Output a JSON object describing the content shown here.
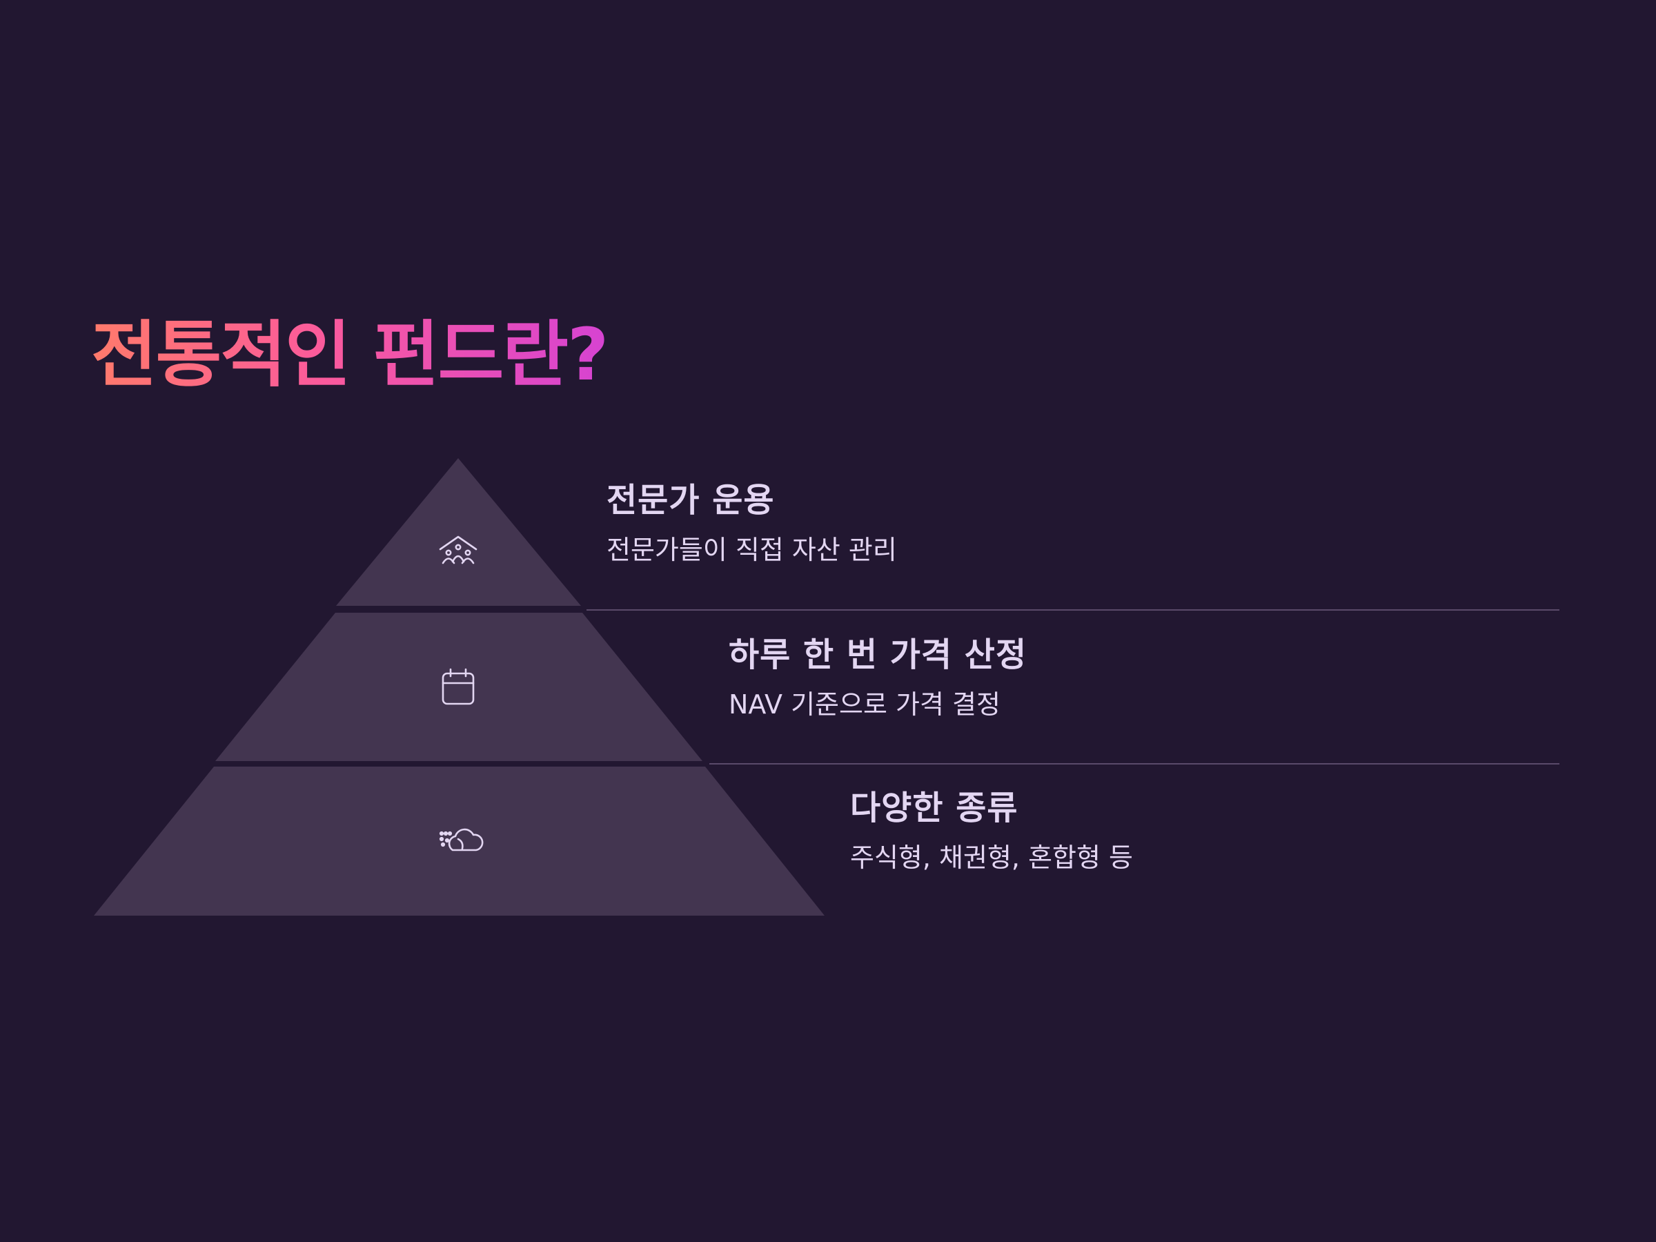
{
  "title": "전통적인 펀드란?",
  "colors": {
    "background": "#221731",
    "tier_fill": "#433550",
    "text": "#e3d6f2",
    "divider": "#5a4a6a",
    "title_gradient": [
      "#ff7a6b",
      "#fb5a9c",
      "#d643d2"
    ]
  },
  "tiers": [
    {
      "icon": "professionals-under-roof-icon",
      "heading": "전문가 운용",
      "description": "전문가들이 직접 자산 관리"
    },
    {
      "icon": "calendar-icon",
      "heading": "하루 한 번 가격 산정",
      "description": "NAV 기준으로 가격 결정"
    },
    {
      "icon": "diverse-cloud-icon",
      "heading": "다양한 종류",
      "description": "주식형, 채권형, 혼합형 등"
    }
  ]
}
